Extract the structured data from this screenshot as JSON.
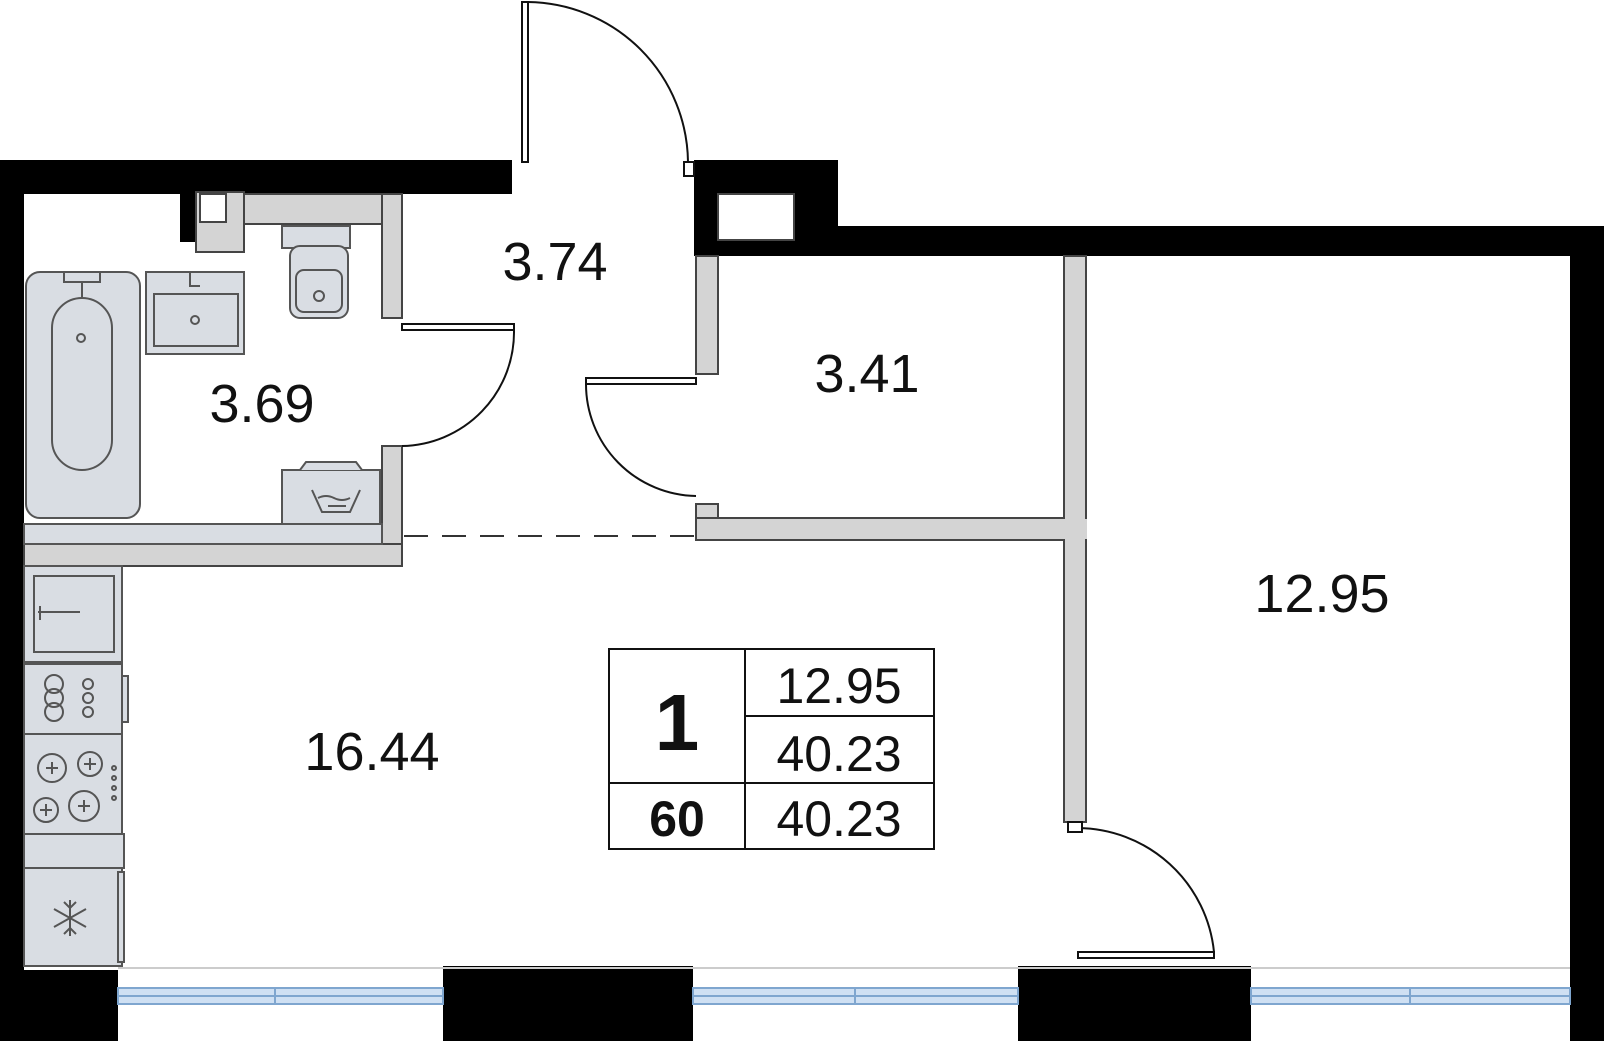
{
  "rooms": {
    "bathroom_area": "3.69",
    "hall_area": "3.74",
    "storage_area": "3.41",
    "living_kitchen_area": "16.44",
    "bedroom_area": "12.95"
  },
  "summary": {
    "rooms_count": "1",
    "living_area": "12.95",
    "total_area": "40.23",
    "flat_number": "60",
    "total_area_2": "40.23"
  },
  "colors": {
    "wall": "#000000",
    "partition_fill": "#d4d4d4",
    "fixture_fill": "#d9dde3",
    "window": "#a9c9ea"
  }
}
